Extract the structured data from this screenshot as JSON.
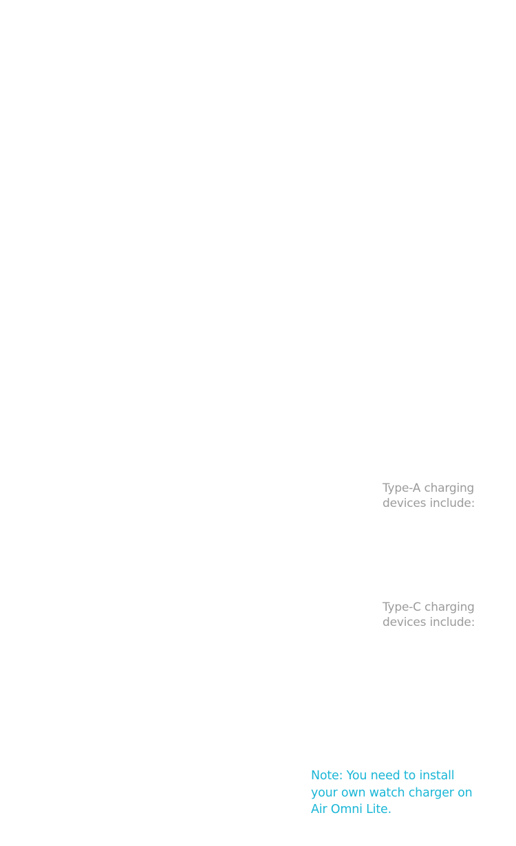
{
  "sections": {
    "type_a": {
      "lines": [
        "Type-A charging",
        "devices include:"
      ]
    },
    "type_c": {
      "lines": [
        "Type-C charging",
        "devices include:"
      ]
    }
  },
  "note": {
    "lines": [
      "Note: You need to install",
      "your own watch charger on",
      "Air Omni Lite."
    ]
  },
  "colors": {
    "label_text": "#9b9b9b",
    "note_text": "#1ab6d6",
    "background": "#ffffff"
  }
}
